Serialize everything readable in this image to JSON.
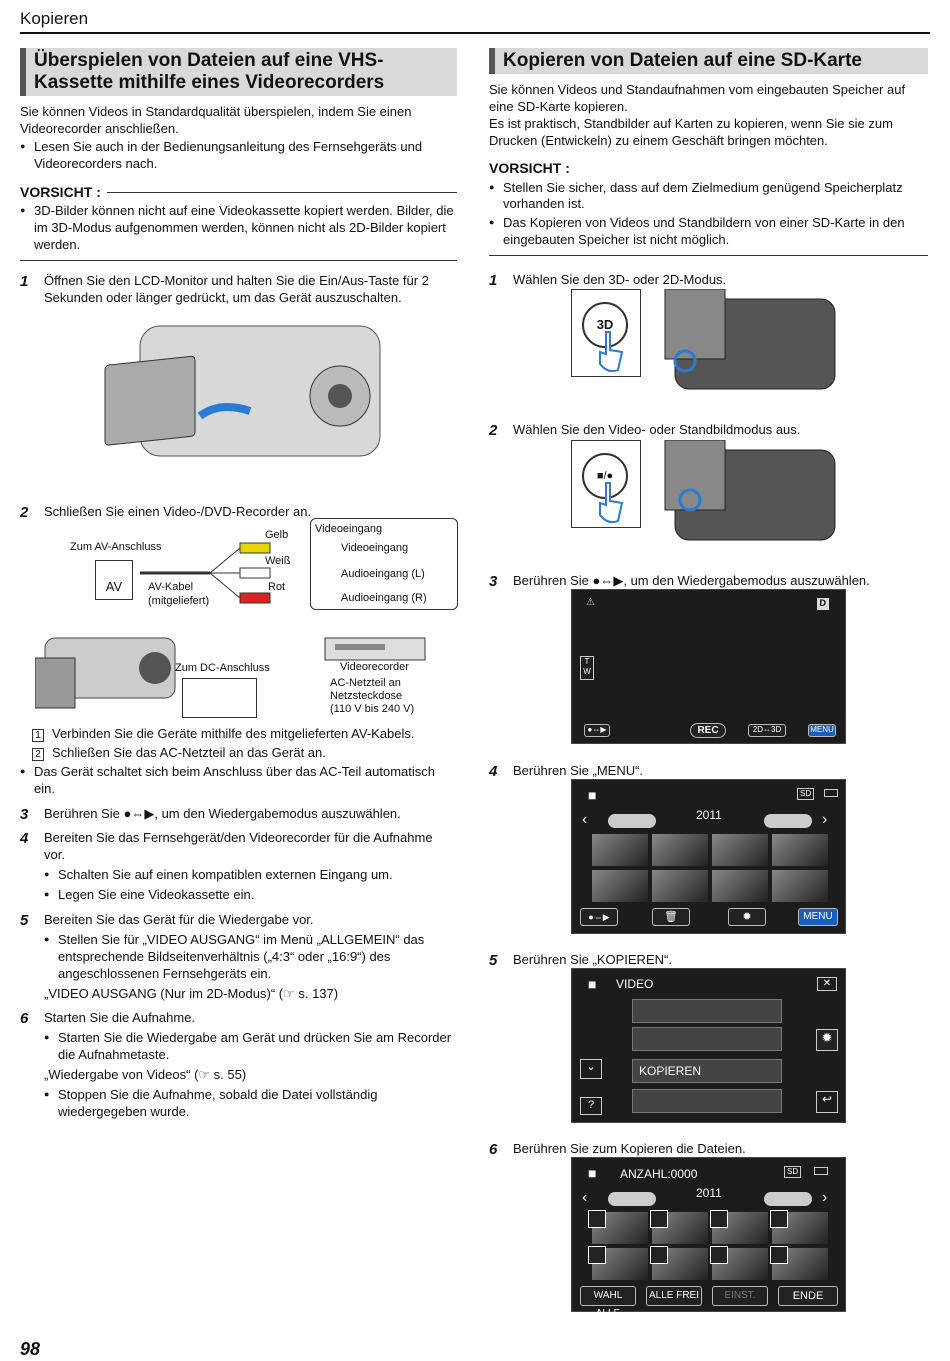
{
  "header": {
    "title": "Kopieren"
  },
  "page_number": "98",
  "left": {
    "title": "Überspielen von Dateien auf eine VHS-Kassette mithilfe eines Videorecorders",
    "intro": "Sie können Videos in Standardqualität überspielen, indem Sie einen Videorecorder anschließen.",
    "bullet1": "Lesen Sie auch in der Bedienungsanleitung des Fernsehgeräts und Videorecorders nach.",
    "caution_label": "VORSICHT :",
    "caution1": "3D-Bilder können nicht auf eine Videokassette kopiert werden. Bilder, die im 3D-Modus aufgenommen werden, können nicht als 2D-Bilder kopiert werden.",
    "step1": "Öffnen Sie den LCD-Monitor und halten Sie die Ein/Aus-Taste für 2 Sekunden oder länger gedrückt, um das Gerät auszuschalten.",
    "step2": "Schließen Sie einen Video-/DVD-Recorder an.",
    "diagram": {
      "av_port": "Zum AV-Anschluss",
      "av": "AV",
      "cable": "AV-Kabel",
      "cable2": "(mitgeliefert)",
      "yellow": "Gelb",
      "white": "Weiß",
      "red": "Rot",
      "video_in_title": "Videoeingang",
      "video_in": "Videoeingang",
      "audio_l": "Audioeingang (L)",
      "audio_r": "Audioeingang (R)",
      "dc": "Zum DC-Anschluss",
      "recorder": "Videorecorder",
      "ac1": "AC-Netzteil an",
      "ac2": "Netzsteckdose",
      "ac3": "(110 V bis 240 V)"
    },
    "sub1": "Verbinden Sie die Geräte mithilfe des mitgelieferten AV-Kabels.",
    "sub2": "Schließen Sie das AC-Netzteil an das Gerät an.",
    "bullet2": "Das Gerät schaltet sich beim Anschluss über das AC-Teil automatisch ein.",
    "step3": "Berühren Sie ●⇔▶, um den Wiedergabemodus auszuwählen.",
    "step4": "Bereiten Sie das Fernsehgerät/den Videorecorder für die Aufnahme vor.",
    "step4a": "Schalten Sie auf einen kompatiblen externen Eingang um.",
    "step4b": "Legen Sie eine Videokassette ein.",
    "step5": "Bereiten Sie das Gerät für die Wiedergabe vor.",
    "step5a": "Stellen Sie für „VIDEO AUSGANG“ im Menü „ALLGEMEIN“ das entsprechende Bildseitenverhältnis („4:3“ oder „16:9“) des angeschlossenen Fernsehgeräts ein.",
    "step5ref": "„VIDEO AUSGANG (Nur im 2D-Modus)“ (☞ s. 137)",
    "step6": "Starten Sie die Aufnahme.",
    "step6a": "Starten Sie die Wiedergabe am Gerät und drücken Sie am Recorder die Aufnahmetaste.",
    "step6ref": "„Wiedergabe von Videos“ (☞ s. 55)",
    "step6b": "Stoppen Sie die Aufnahme, sobald die Datei vollständig wiedergegeben wurde."
  },
  "right": {
    "title": "Kopieren von Dateien auf eine SD-Karte",
    "intro1": "Sie können Videos und Standaufnahmen vom eingebauten Speicher auf eine SD-Karte kopieren.",
    "intro2": "Es ist praktisch, Standbilder auf Karten zu kopieren, wenn Sie sie zum Drucken (Entwickeln) zu einem Geschäft bringen möchten.",
    "caution_label": "VORSICHT :",
    "caution1": "Stellen Sie sicher, dass auf dem Zielmedium genügend Speicherplatz vorhanden ist.",
    "caution2": "Das Kopieren von Videos und Standbildern von einer SD-Karte in den eingebauten Speicher ist nicht möglich.",
    "step1": "Wählen Sie den 3D- oder 2D-Modus.",
    "step2": "Wählen Sie den Video- oder Standbildmodus aus.",
    "step3": "Berühren Sie ●⇔▶, um den Wiedergabemodus auszuwählen.",
    "step4": "Berühren Sie „MENU“.",
    "step5": "Berühren Sie „KOPIEREN“.",
    "step6": "Berühren Sie zum Kopieren die Dateien.",
    "btn3d": "3D",
    "screen3": {
      "d": "D",
      "tw1": "T",
      "tw2": "W",
      "play": "●⇔▶",
      "rec": "REC",
      "mode": "2D⇔3D",
      "menu": "MENU"
    },
    "screen4": {
      "sd": "SD",
      "year": "2011",
      "play": "●⇔▶",
      "menu": "MENU"
    },
    "screen5": {
      "title": "VIDEO",
      "item": "KOPIEREN",
      "help": "?"
    },
    "screen6": {
      "count": "ANZAHL:0000",
      "sd": "SD",
      "year": "2011",
      "b1": "WAHL ALLE",
      "b2": "ALLE FREI",
      "b3": "EINST.",
      "b4": "ENDE"
    }
  }
}
